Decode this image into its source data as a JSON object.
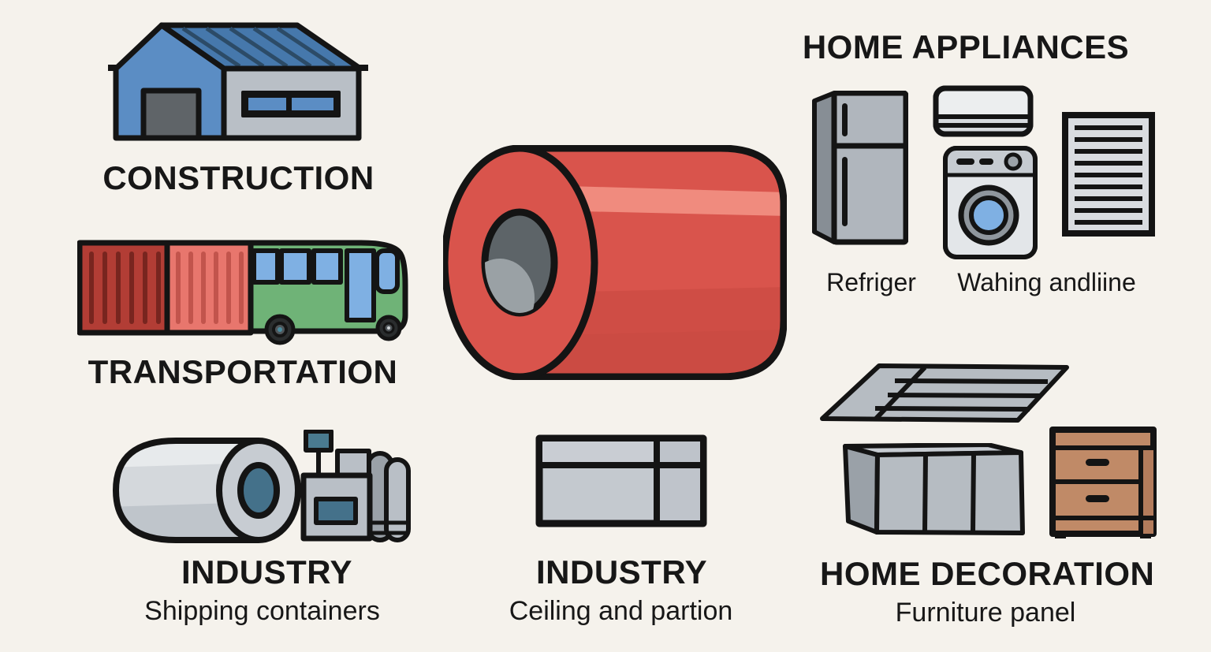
{
  "sections": {
    "construction": {
      "label": "CONSTRUCTION"
    },
    "transportation": {
      "label": "TRANSPORTATION"
    },
    "industry_shipping": {
      "label": "INDUSTRY",
      "sublabel": "Shipping containers"
    },
    "home_appliances": {
      "label": "HOME APPLIANCES",
      "caption_left": "Refriger",
      "caption_right": "Wahing andliine"
    },
    "industry_ceiling": {
      "label": "INDUSTRY",
      "sublabel": "Ceiling and partion"
    },
    "home_decoration": {
      "label": "HOME DECORATION",
      "sublabel": "Furniture panel"
    }
  },
  "icons": {
    "warehouse": "warehouse-icon",
    "containers_bus": "shipping-containers-bus-icon",
    "gray_coil_machine": "steel-coil-machine-icon",
    "red_coil": "red-steel-coil-icon",
    "refrigerator": "refrigerator-icon",
    "air_conditioner": "air-conditioner-icon",
    "washing_machine": "washing-machine-icon",
    "radiator": "radiator-icon",
    "ceiling_panel": "ceiling-panel-icon",
    "roof_sheet": "roofing-sheet-icon",
    "cabinet_box": "cabinet-box-icon",
    "wood_cabinet": "wooden-cabinet-icon"
  },
  "colors": {
    "background": "#f5f2ec",
    "outline": "#141414",
    "text": "#171717",
    "coil_red": "#d9544c",
    "coil_highlight": "#f08b7e",
    "coil_core": "#5d6468",
    "house_blue": "#5b8dc4",
    "roof_blue": "#4678ac",
    "container_dark_red": "#b23d35",
    "container_light_red": "#e8766d",
    "bus_green": "#6fb377",
    "window_blue": "#7fb0e3",
    "steel_gray": "#b9bfc6",
    "teal": "#44718a",
    "wood_tan": "#c08a67"
  }
}
